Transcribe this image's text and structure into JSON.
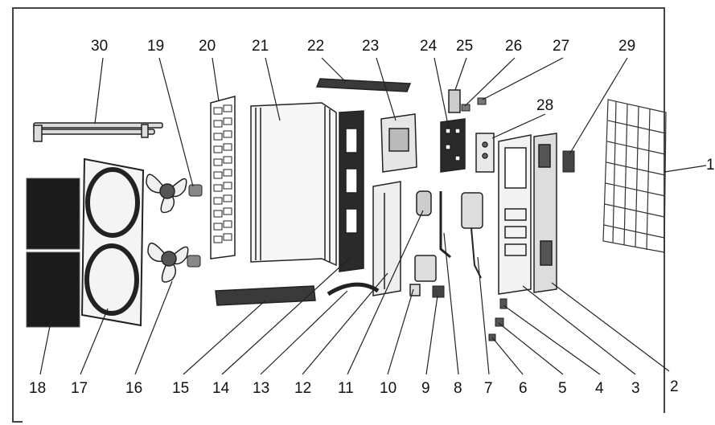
{
  "diagram": {
    "top_labels": [
      "30",
      "19",
      "20",
      "21",
      "22",
      "23",
      "24",
      "25",
      "26",
      "27",
      "29",
      "28"
    ],
    "side_label": "1",
    "bottom_labels": [
      "18",
      "17",
      "16",
      "15",
      "14",
      "13",
      "12",
      "11",
      "10",
      "9",
      "8",
      "7",
      "6",
      "5",
      "4",
      "3",
      "2"
    ]
  }
}
